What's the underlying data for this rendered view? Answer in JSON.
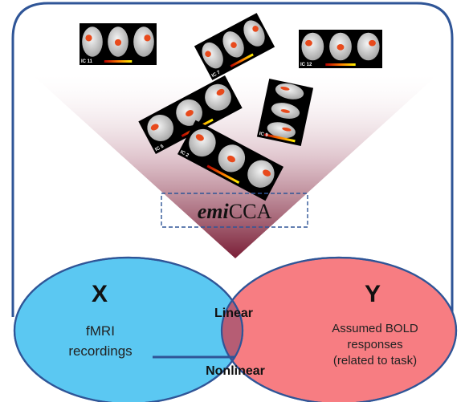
{
  "method": {
    "prefix": "emi",
    "suffix": "CCA"
  },
  "left_set": {
    "letter": "X",
    "lines": [
      "fMRI",
      "recordings"
    ],
    "color": "#5bc8f2"
  },
  "right_set": {
    "letter": "Y",
    "lines": [
      "Assumed BOLD",
      "responses",
      "(related to task)"
    ],
    "color": "#f77d82"
  },
  "intersection": {
    "linear_label": "Linear",
    "nonlinear_label": "Nonlinear",
    "color": "#b65d74"
  },
  "cards": [
    {
      "label": "IC 11"
    },
    {
      "label": "IC 7"
    },
    {
      "label": "IC 12"
    },
    {
      "label": "IC 5"
    },
    {
      "label": "IC 9"
    },
    {
      "label": "IC 2"
    }
  ],
  "colors": {
    "frame_border": "#2f5597",
    "beam_top": "#ffffff",
    "beam_bottom": "#7a1e36",
    "activation": "#e84a1c"
  }
}
